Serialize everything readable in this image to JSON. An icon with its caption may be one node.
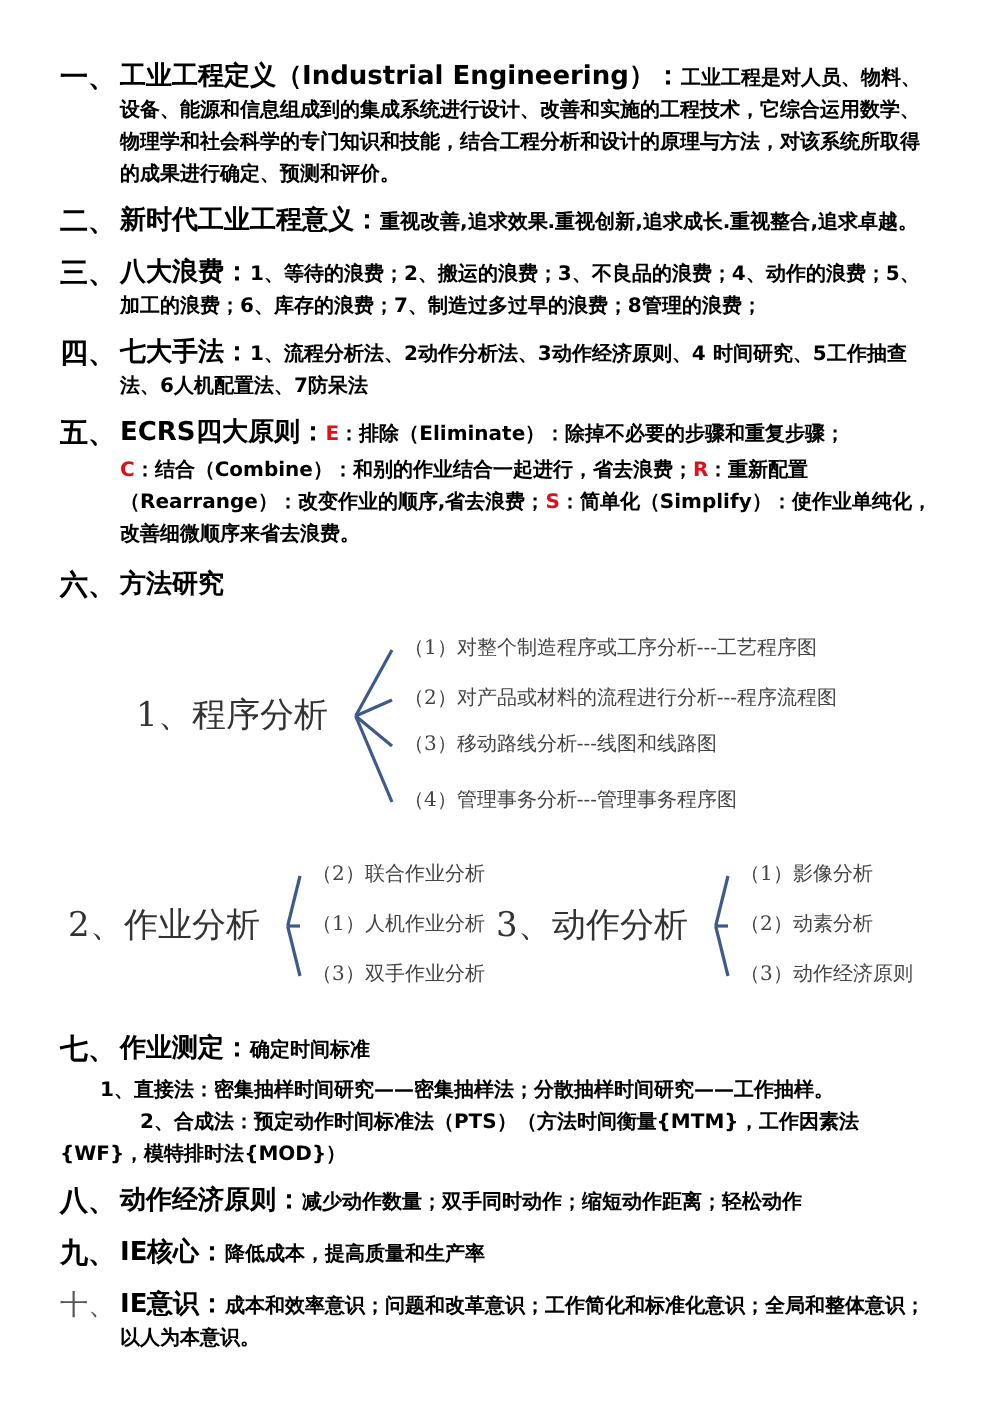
{
  "diagram": {
    "nodes": [
      {
        "text": [
          "1、程序分析"
        ]
      },
      {
        "text": [
          "（1）对整个制造程序或工序分析---工艺程序图"
        ]
      },
      {
        "text": [
          "（2）对产品或材料的流程进行分析---程序流程图"
        ]
      },
      {
        "text": [
          "（3）移动路线分析---线图和线路图"
        ]
      },
      {
        "text": [
          "（4）管理事务分析---管理事务程序图"
        ]
      },
      {
        "text": [
          "2、作业分析"
        ]
      },
      {
        "text": [
          "（2）联合作业分析"
        ]
      },
      {
        "text": [
          "（1）人机作业分析"
        ]
      },
      {
        "text": [
          "（3）双手作业分析"
        ]
      },
      {
        "text": [
          "3、动作分析"
        ]
      },
      {
        "text": [
          "（1）影像分析"
        ]
      },
      {
        "text": [
          "（2）动素分析"
        ]
      },
      {
        "text": [
          "（3）动作经济原则"
        ]
      }
    ],
    "edges": [
      {
        "from": 0,
        "to": 1,
        "arrow": "none"
      },
      {
        "from": 0,
        "to": 2,
        "arrow": "none"
      },
      {
        "from": 0,
        "to": 3,
        "arrow": "none"
      },
      {
        "from": 0,
        "to": 4,
        "arrow": "none"
      },
      {
        "from": 5,
        "to": 6,
        "arrow": "none"
      },
      {
        "from": 5,
        "to": 7,
        "arrow": "none"
      },
      {
        "from": 5,
        "to": 8,
        "arrow": "none"
      },
      {
        "from": 9,
        "to": 10,
        "arrow": "none"
      },
      {
        "from": 9,
        "to": 11,
        "arrow": "none"
      },
      {
        "from": 9,
        "to": 12,
        "arrow": "none"
      }
    ],
    "labels": [
      "一、",
      "工业工程定义（Industrial Engineering）：",
      "工业工程是对人员、物料、设备、能源和信息组成到的集成系统进行设计、改善和实施的工程技术，它综合运用数学、物理学和社会科学的专门知识和技能，结合工程分析和设计的原理与方法，对该系统所取得的成果进行确定、预测和评价。",
      "二、",
      "新时代工业工程意义：",
      "重视改善,追求效果.重视创新,追求成长.重视整合,追求卓越。",
      "三、",
      "八大浪费：",
      "1、等待的浪费；2、搬运的浪费；3、不良品的浪费；4、动作的浪费；5、加工的浪费；6、库存的浪费；7、制造过多过早的浪费；8管理的浪费；",
      "四、",
      "七大手法：",
      "1、流程分析法、2动作分析法、3动作经济原则、4 时间研究、5工作抽查法、6人机配置法、7防呆法",
      "五、",
      "ECRS四大原则：",
      "E",
      "：排除（Eliminate）：除掉不必要的步骤和重复步骤；",
      "C",
      "：结合（Combine）：和别的作业结合一起进行，省去浪费；",
      "R",
      "：重新配置（Rearrange）：改变作业的顺序,省去浪费；",
      "S",
      "：简单化（Simplify）：使作业单纯化，改善细微顺序来省去浪费。",
      "六、",
      "方法研究",
      "七、",
      "作业测定：",
      "确定时间标准",
      "1、直接法：密集抽样时间研究——密集抽样法；分散抽样时间研究——工作抽样。",
      "2、合成法：预定动作时间标准法（PTS）（方法时间衡量{MTM}，工作因素法{WF}，模特排时法{MOD}）",
      "八、",
      "动作经济原则：",
      "减少动作数量；双手同时动作；缩短动作距离；轻松动作",
      "九、",
      "IE核心：",
      "降低成本，提高质量和生产率",
      "十、",
      "IE意识：",
      "成本和效率意识；问题和改革意识；工作简化和标准化意识；全局和整体意识；以人为本意识。"
    ]
  }
}
